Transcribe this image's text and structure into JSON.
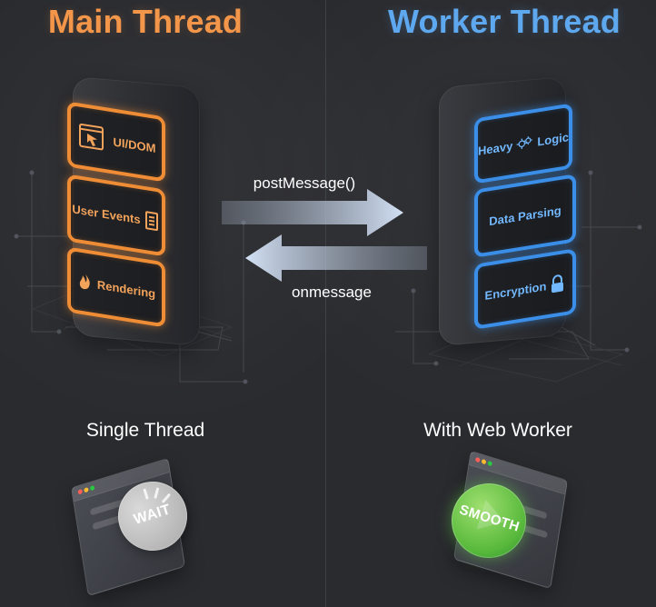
{
  "titles": {
    "left": "Main Thread",
    "right": "Worker Thread"
  },
  "main_thread": {
    "items": [
      {
        "label": "UI/DOM",
        "icon": "window-cursor-icon"
      },
      {
        "label": "User Events",
        "icon": "event-list-icon"
      },
      {
        "label": "Rendering",
        "icon": "flame-icon"
      }
    ]
  },
  "worker_thread": {
    "items": [
      {
        "label": "Heavy",
        "label_2": "Logic",
        "icon": "gears-icon"
      },
      {
        "label": "Data Parsing",
        "icon": ""
      },
      {
        "label": "Encryption",
        "icon": "lock-icon"
      }
    ]
  },
  "messages": {
    "to_worker": "postMessage()",
    "to_main": "onmessage"
  },
  "captions": {
    "left": "Single Thread",
    "right": "With Web Worker"
  },
  "status": {
    "wait": "WAIT",
    "smooth": "SMOOTH"
  },
  "colors": {
    "background": "#2a2b2f",
    "main_accent": "#f3964a",
    "worker_accent": "#5ea8ef",
    "smooth_green": "#58b93c",
    "wait_gray": "#b4b4b4"
  }
}
